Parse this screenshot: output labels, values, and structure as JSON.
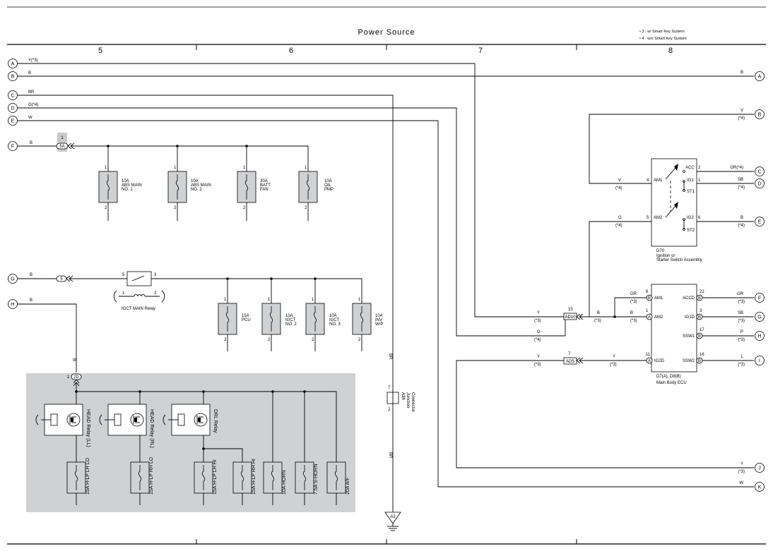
{
  "title": "Power Source",
  "notes": [
    "• 3 : w/ Smart Key System",
    "• 4 : w/o Smart Key System"
  ],
  "columns": [
    "5",
    "6",
    "7",
    "8"
  ],
  "left_connectors": [
    "A",
    "B",
    "C",
    "D",
    "E",
    "F",
    "G",
    "H"
  ],
  "left_wire_labels": {
    "A": "Y(*3)",
    "B": "B",
    "C": "BR",
    "D": "G(*4)",
    "E": "W",
    "F": "B",
    "G": "B",
    "H": "B"
  },
  "connector_5A": {
    "pin": "1",
    "name": "5A"
  },
  "connector_5": "5",
  "fuses_top": [
    {
      "name": "10A\nABS MAIN\nNO. 1",
      "pin_top": "1",
      "pin_bottom": "2"
    },
    {
      "name": "10A\nABS MAIN\nNO. 2",
      "pin_top": "1",
      "pin_bottom": "2"
    },
    {
      "name": "30A\nBATT\nFAN",
      "pin_top": "1",
      "pin_bottom": "2"
    },
    {
      "name": "10A\nOIL\nPMP",
      "pin_top": "1",
      "pin_bottom": "2"
    }
  ],
  "igct_relay": {
    "name": "IGCT MAIN Relay",
    "pins": [
      "5",
      "3",
      "1",
      "2"
    ]
  },
  "fuses_mid": [
    {
      "name": "15A\nPCU",
      "pin_top": "1",
      "pin_bottom": "2"
    },
    {
      "name": "10A\nIGCT\nNO. 2",
      "pin_top": "1",
      "pin_bottom": "2"
    },
    {
      "name": "10A\nIGCT\nNO. 3",
      "pin_top": "1",
      "pin_bottom": "2"
    },
    {
      "name": "10A\nINV\nW/P",
      "pin_top": "1",
      "pin_bottom": "2"
    }
  ],
  "connector_2D": {
    "pin": "1",
    "name": "2D"
  },
  "wire_h_label": "B",
  "relays_bottom": [
    "HEAD Relay (LL)",
    "HEAD Relay (RL)",
    "DRL Relay"
  ],
  "fuses_bottom": [
    "15A H-LP LH LO",
    "15A H-LP RH LO",
    "15A H-LP LH HI",
    "15A H-LP RH HI",
    "10A HORN",
    "7.5A S-HORN",
    "20A A/F"
  ],
  "junction": {
    "pin_top": "7",
    "pin_bottom": "2",
    "name": "A38\nJunction\nConnector",
    "wire_top": "BR",
    "wire_bottom": "BR",
    "ground": "A3"
  },
  "ignition": {
    "id": "D70",
    "name": "Ignition or\nStarter Switch Assembly",
    "left": [
      {
        "pin": "4",
        "term": "AM1",
        "wire": "V",
        "note": "(*4)"
      },
      {
        "pin": "5",
        "term": "AM2",
        "wire": "G",
        "note": "(*4)"
      }
    ],
    "right": [
      {
        "pin": "2",
        "term": "ACC"
      },
      {
        "pin": "1",
        "term": "IG1"
      },
      {
        "pin": "",
        "term": "ST1"
      },
      {
        "pin": "6",
        "term": "IG2"
      },
      {
        "pin": "",
        "term": "ST2"
      }
    ]
  },
  "ecu": {
    "id": "D7(A), D8(B)",
    "name": "Main Body ECU",
    "left": [
      {
        "pin": "6",
        "c": "B",
        "term": "AM1"
      },
      {
        "pin": "1",
        "c": "A",
        "term": "AM2"
      },
      {
        "pin": "11",
        "c": "A",
        "term": "IG2D"
      }
    ],
    "right": [
      {
        "pin": "22",
        "c": "B",
        "term": "ACCD"
      },
      {
        "pin": "3",
        "c": "B",
        "term": "IG1D"
      },
      {
        "pin": "17",
        "c": "B",
        "term": "SSW1"
      },
      {
        "pin": "16",
        "c": "B",
        "term": "SSW2"
      }
    ]
  },
  "ad10": {
    "pin": "15",
    "name": "AD10"
  },
  "ad5": {
    "pin": "7",
    "name": "AD5"
  },
  "right_connectors": [
    {
      "id": "A",
      "wire": "B",
      "note": ""
    },
    {
      "id": "B",
      "wire": "V",
      "note": "(*4)"
    },
    {
      "id": "C",
      "wire": "GR(*4)",
      "note": ""
    },
    {
      "id": "D",
      "wire": "SB",
      "note": "(*4)"
    },
    {
      "id": "E",
      "wire": "B",
      "note": "(*4)"
    },
    {
      "id": "F",
      "wire": "GR",
      "note": "(*3)"
    },
    {
      "id": "G",
      "wire": "SB",
      "note": "(*3)"
    },
    {
      "id": "H",
      "wire": "P",
      "note": "(*3)"
    },
    {
      "id": "I",
      "wire": "L",
      "note": "(*3)"
    },
    {
      "id": "J",
      "wire": "Y",
      "note": "(*3)"
    },
    {
      "id": "K",
      "wire": "W",
      "note": ""
    }
  ],
  "mid_wire_labels": {
    "y_ad10": "Y",
    "y_ad10_n": "(*3)",
    "g_ad10": "G",
    "g_ad10_n": "(*4)",
    "b_ad10": "B",
    "b_ad10_n": "(*3)",
    "gr_am1": "GR",
    "gr_am1_n": "(*3)",
    "b_am2": "B",
    "b_am2_n": "(*3)",
    "y_ad5": "Y",
    "y_ad5_n": "(*3)",
    "y_ig2d": "Y",
    "y_ig2d_n": "(*3)"
  }
}
